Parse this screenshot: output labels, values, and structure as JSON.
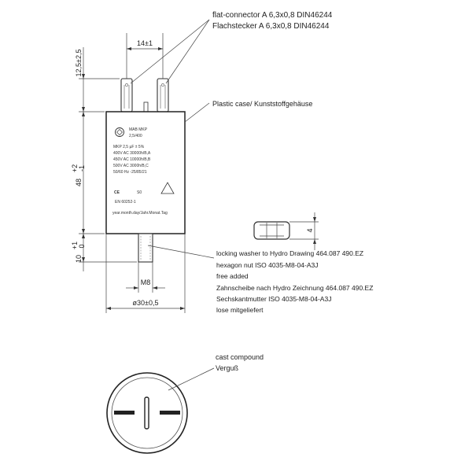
{
  "callouts": {
    "flat_connector_en": "flat-connector  A  6,3x0,8  DIN46244",
    "flat_connector_de": "Flachstecker  A  6,3x0,8  DIN46244",
    "plastic_case": "Plastic case/ Kunststoffgehäuse",
    "nut_en_1": "locking washer to Hydro Drawing 464.087 490.EZ",
    "nut_en_2": "hexagon nut ISO 4035-M8-04-A3J",
    "nut_en_3": "free added",
    "nut_de_1": "Zahnscheibe nach Hydro Zeichnung 464.087 490.EZ",
    "nut_de_2": "Sechskantmutter ISO 4035-M8-04-A3J",
    "nut_de_3": "lose mitgeliefert",
    "cast_en": "cast compound",
    "cast_de": "Verguß"
  },
  "dimensions": {
    "terminal_height": "12,5±2,5",
    "terminal_spacing": "14±1",
    "body_height": "48",
    "body_height_tol_upper": "+2",
    "body_height_tol_lower": "-1",
    "stud_length": "10",
    "stud_length_tol_upper": "+1",
    "stud_length_tol_lower": "0",
    "thread": "M8",
    "diameter": "ø30±0,5",
    "nut_height": "4"
  },
  "case_marking": {
    "brand": "MAB MKP",
    "rating": "2,5/400",
    "line_1": "MKP  2,5  µF ± 5%",
    "line_2": "400V AC  30000h/B,A",
    "line_3": "450V AC  10000h/B,B",
    "line_4": "500V AC  3000h/B,C",
    "line_5": "50/60 Hz  -25/85/21",
    "ce": "CE",
    "s0": "S0",
    "standard": "EN 60252-1",
    "date": "year.month.day/Jahr.Monat.Tag"
  },
  "colors": {
    "line": "#333333",
    "text": "#222222"
  }
}
